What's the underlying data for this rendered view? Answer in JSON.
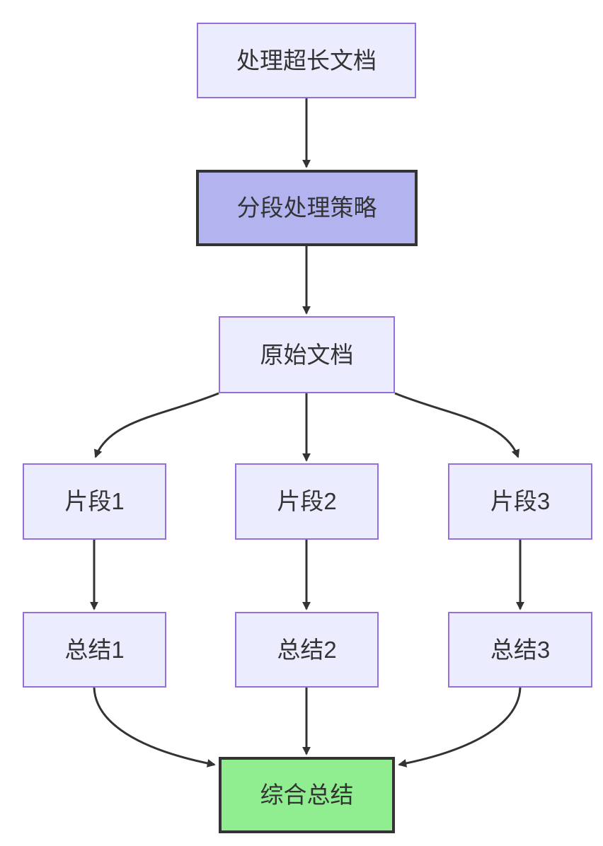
{
  "diagram": {
    "type": "flowchart",
    "direction": "top-down",
    "nodes": [
      {
        "id": "A",
        "label": "处理超长文档",
        "style": "default"
      },
      {
        "id": "B",
        "label": "分段处理策略",
        "style": "emphasis"
      },
      {
        "id": "C",
        "label": "原始文档",
        "style": "default"
      },
      {
        "id": "D1",
        "label": "片段1",
        "style": "default"
      },
      {
        "id": "D2",
        "label": "片段2",
        "style": "default"
      },
      {
        "id": "D3",
        "label": "片段3",
        "style": "default"
      },
      {
        "id": "E1",
        "label": "总结1",
        "style": "default"
      },
      {
        "id": "E2",
        "label": "总结2",
        "style": "default"
      },
      {
        "id": "E3",
        "label": "总结3",
        "style": "default"
      },
      {
        "id": "F",
        "label": "综合总结",
        "style": "result"
      }
    ],
    "edges": [
      {
        "from": "A",
        "to": "B"
      },
      {
        "from": "B",
        "to": "C"
      },
      {
        "from": "C",
        "to": "D1"
      },
      {
        "from": "C",
        "to": "D2"
      },
      {
        "from": "C",
        "to": "D3"
      },
      {
        "from": "D1",
        "to": "E1"
      },
      {
        "from": "D2",
        "to": "E2"
      },
      {
        "from": "D3",
        "to": "E3"
      },
      {
        "from": "E1",
        "to": "F"
      },
      {
        "from": "E2",
        "to": "F"
      },
      {
        "from": "E3",
        "to": "F"
      }
    ],
    "colors": {
      "node_fill": "#ECECFF",
      "node_border": "#9370DB",
      "emphasis_fill": "#B3B3F0",
      "result_fill": "#90EE90",
      "dark_border": "#333333",
      "edge_stroke": "#333333",
      "text": "#333333",
      "background": "#FFFFFF"
    }
  }
}
